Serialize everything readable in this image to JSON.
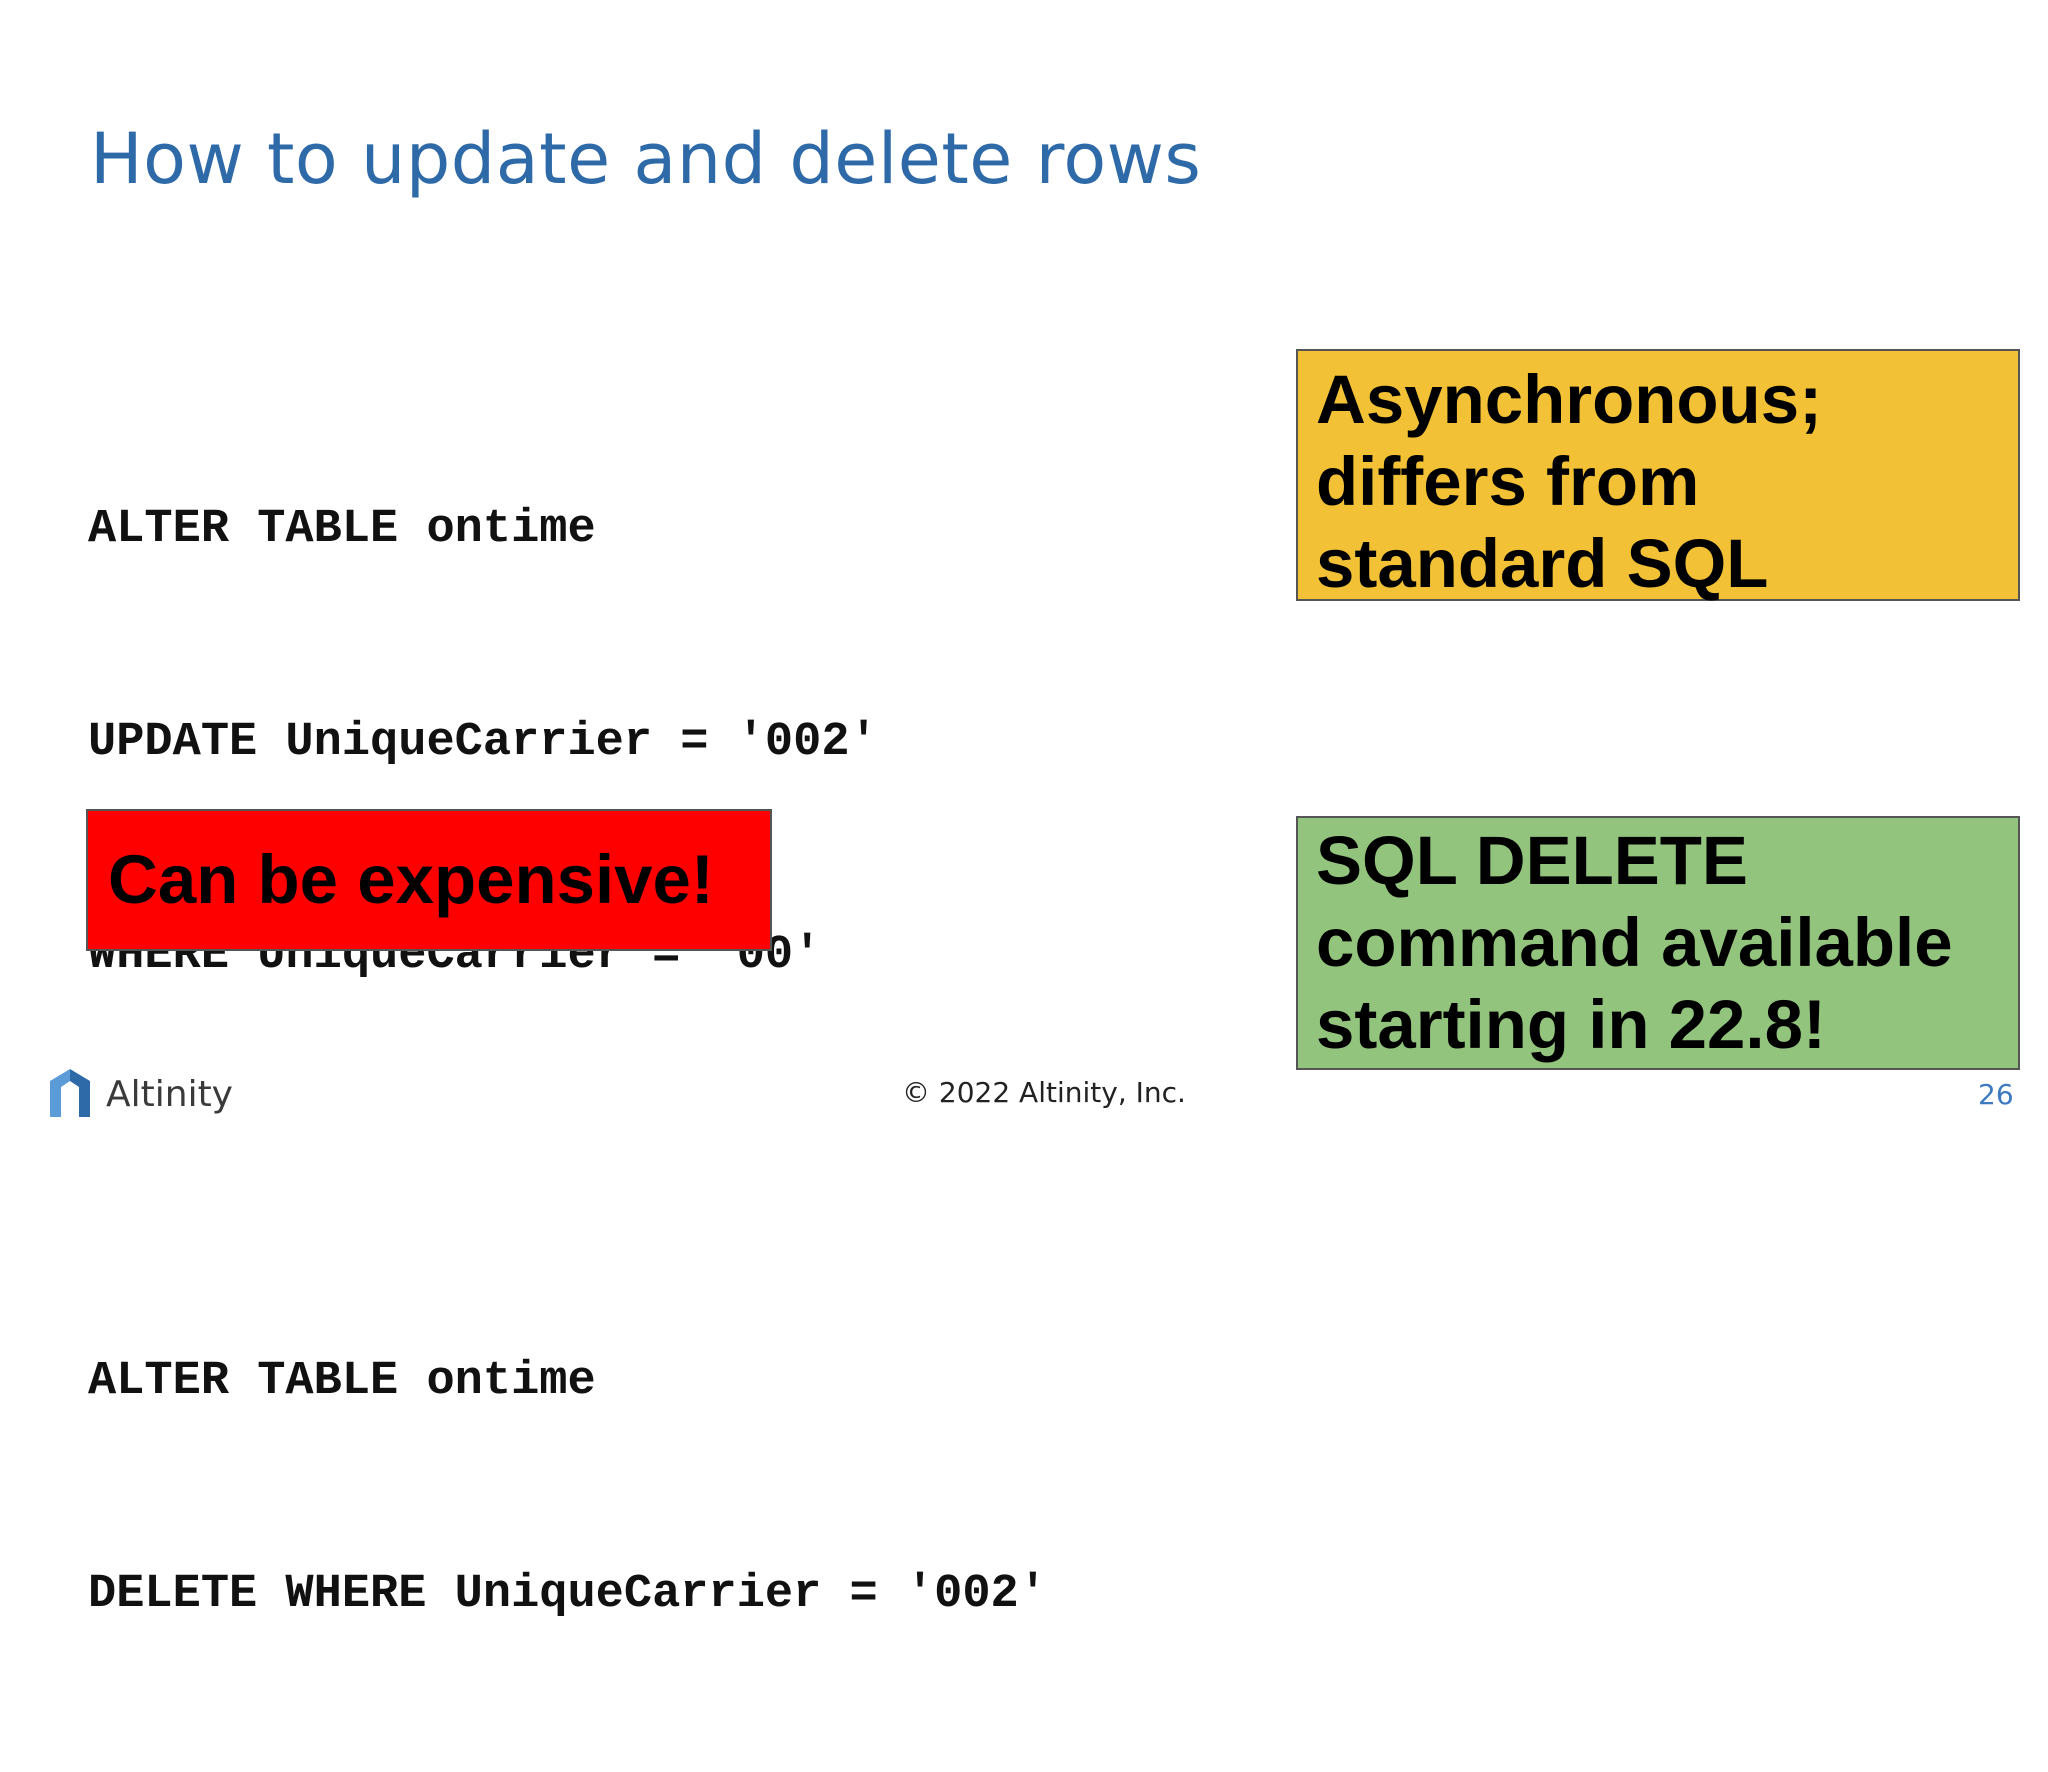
{
  "slide": {
    "title": "How to update and delete rows",
    "code": {
      "update_lines": [
        "ALTER TABLE ontime",
        "UPDATE UniqueCarrier = '002'",
        "WHERE UniqueCarrier = '00'"
      ],
      "delete_lines": [
        "ALTER TABLE ontime",
        "DELETE WHERE UniqueCarrier = '002'"
      ]
    },
    "callouts": {
      "async": {
        "lines": [
          "Asynchronous;",
          "differs from",
          "standard SQL"
        ],
        "color": "#f2c135"
      },
      "expensive": {
        "text": "Can be expensive!",
        "color": "#ff0000"
      },
      "delete_available": {
        "lines": [
          "SQL DELETE",
          "command available",
          "starting in 22.8!"
        ],
        "color": "#93c47d"
      }
    }
  },
  "footer": {
    "logo_icon": "altinity-logo-icon",
    "logo_text": "Altinity",
    "copyright": "© 2022 Altinity, Inc.",
    "page_number": "26"
  },
  "colors": {
    "title": "#2f6aa8",
    "page_number": "#3d7abf",
    "logo": "#3d7abf"
  }
}
